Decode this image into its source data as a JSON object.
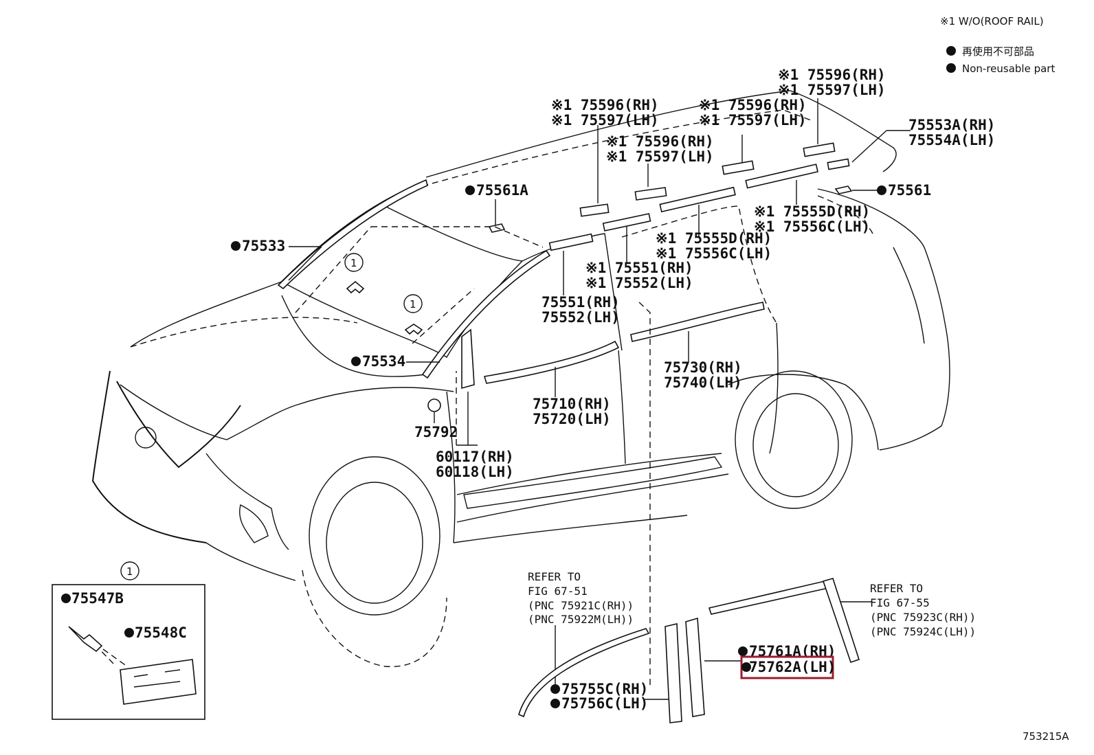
{
  "legend": {
    "note": "※1 W/O(ROOF RAIL)",
    "jp": "再使用不可部品",
    "en": "Non-reusable part"
  },
  "figure_id": "753215A",
  "callouts": [
    {
      "text": "※1 75596(RH)"
    },
    {
      "text": "※1 75597(LH)"
    },
    {
      "text": "※1 75596(RH)"
    },
    {
      "text": "※1 75597(LH)"
    },
    {
      "text": "※1 75596(RH)"
    },
    {
      "text": "※1 75597(LH)"
    },
    {
      "text": "※1 75596(RH)"
    },
    {
      "text": "※1 75597(LH)"
    },
    {
      "text": "75553A(RH)"
    },
    {
      "text": "75554A(LH)"
    },
    {
      "text": "75561A"
    },
    {
      "text": "75561"
    },
    {
      "text": "75533"
    },
    {
      "text": "※1 75555D(RH)"
    },
    {
      "text": "※1 75556C(LH)"
    },
    {
      "text": "※1 75555D(RH)"
    },
    {
      "text": "※1 75556C(LH)"
    },
    {
      "text": "※1 75551(RH)"
    },
    {
      "text": "※1 75552(LH)"
    },
    {
      "text": "75551(RH)"
    },
    {
      "text": "75552(LH)"
    },
    {
      "text": "75534"
    },
    {
      "text": "75730(RH)"
    },
    {
      "text": "75740(LH)"
    },
    {
      "text": "75710(RH)"
    },
    {
      "text": "75720(LH)"
    },
    {
      "text": "75792"
    },
    {
      "text": "60117(RH)"
    },
    {
      "text": "60118(LH)"
    },
    {
      "text": "75547B"
    },
    {
      "text": "75548C"
    },
    {
      "text": "REFER TO"
    },
    {
      "text": "FIG 67-51"
    },
    {
      "text": "(PNC 75921C(RH))"
    },
    {
      "text": "(PNC 75922M(LH))"
    },
    {
      "text": "75755C(RH)"
    },
    {
      "text": "75756C(LH)"
    },
    {
      "text": "75761A(RH)"
    },
    {
      "text": "75762A(LH)"
    },
    {
      "text": "REFER TO"
    },
    {
      "text": "FIG 67-55"
    },
    {
      "text": "(PNC 75923C(RH))"
    },
    {
      "text": "(PNC 75924C(LH))"
    }
  ],
  "circle_marker": "1",
  "highlight_color": "#9b1b30"
}
